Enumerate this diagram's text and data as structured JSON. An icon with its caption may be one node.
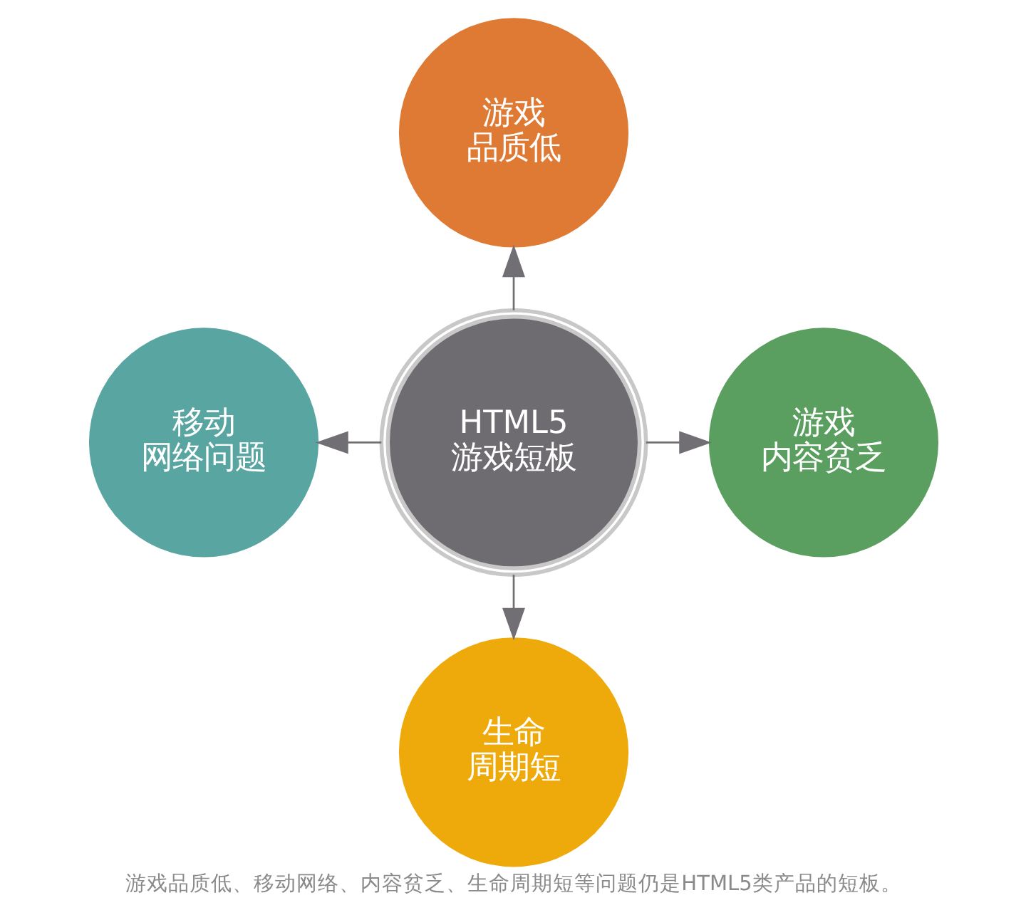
{
  "diagram": {
    "caption": "游戏品质低、移动网络、内容贫乏、生命周期短等问题仍是HTML5类产品的短板。",
    "nodes": [
      {
        "text": [
          "游戏品质低"
        ]
      },
      {
        "text": [
          "移动网络问题"
        ]
      },
      {
        "text": [
          "HTML5游戏短板"
        ]
      },
      {
        "text": [
          "游戏内容贫乏"
        ]
      },
      {
        "text": [
          "生命周期短"
        ]
      }
    ],
    "edges": [
      {
        "from": 2,
        "to": 0,
        "arrow": "to"
      },
      {
        "from": 2,
        "to": 1,
        "arrow": "to"
      },
      {
        "from": 2,
        "to": 3,
        "arrow": "to"
      },
      {
        "from": 2,
        "to": 4,
        "arrow": "to"
      }
    ]
  }
}
